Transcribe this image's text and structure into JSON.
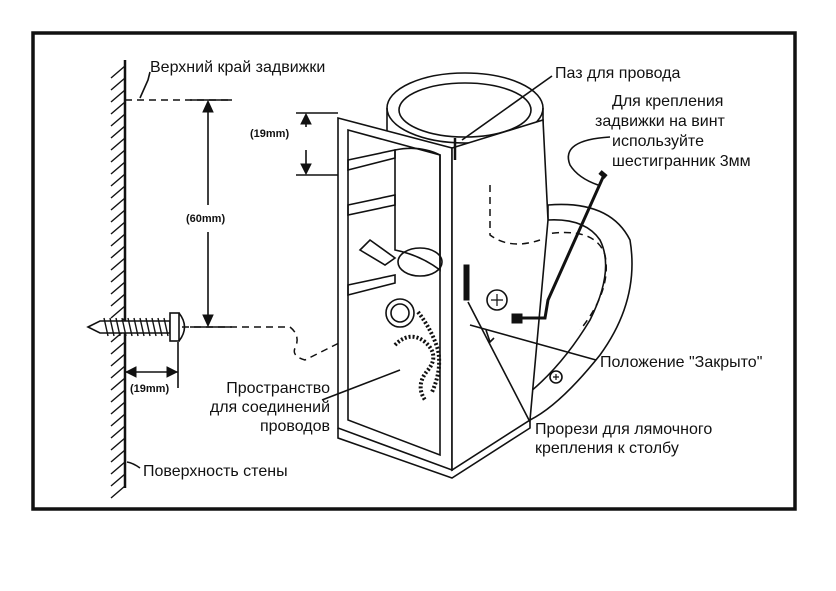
{
  "labels": {
    "top_edge": "Верхний край задвижки",
    "wire_slot": "Паз для провода",
    "screw_hint_1": "Для крепления",
    "screw_hint_2": "задвижки на винт",
    "screw_hint_3": "используйте",
    "screw_hint_4": "шестигранник 3мм",
    "closed_position": "Положение \"Закрыто\"",
    "strap_slots_1": "Прорези для лямочного",
    "strap_slots_2": "крепления к столбу",
    "wire_space_1": "Пространство",
    "wire_space_2": "для соединений",
    "wire_space_3": "проводов",
    "wall_surface": "Поверхность стены"
  },
  "dimensions": {
    "upper_offset": "(19mm)",
    "screw_height": "(60mm)",
    "wall_offset": "(19mm)"
  },
  "colors": {
    "ink": "#111111",
    "paper": "#ffffff"
  }
}
